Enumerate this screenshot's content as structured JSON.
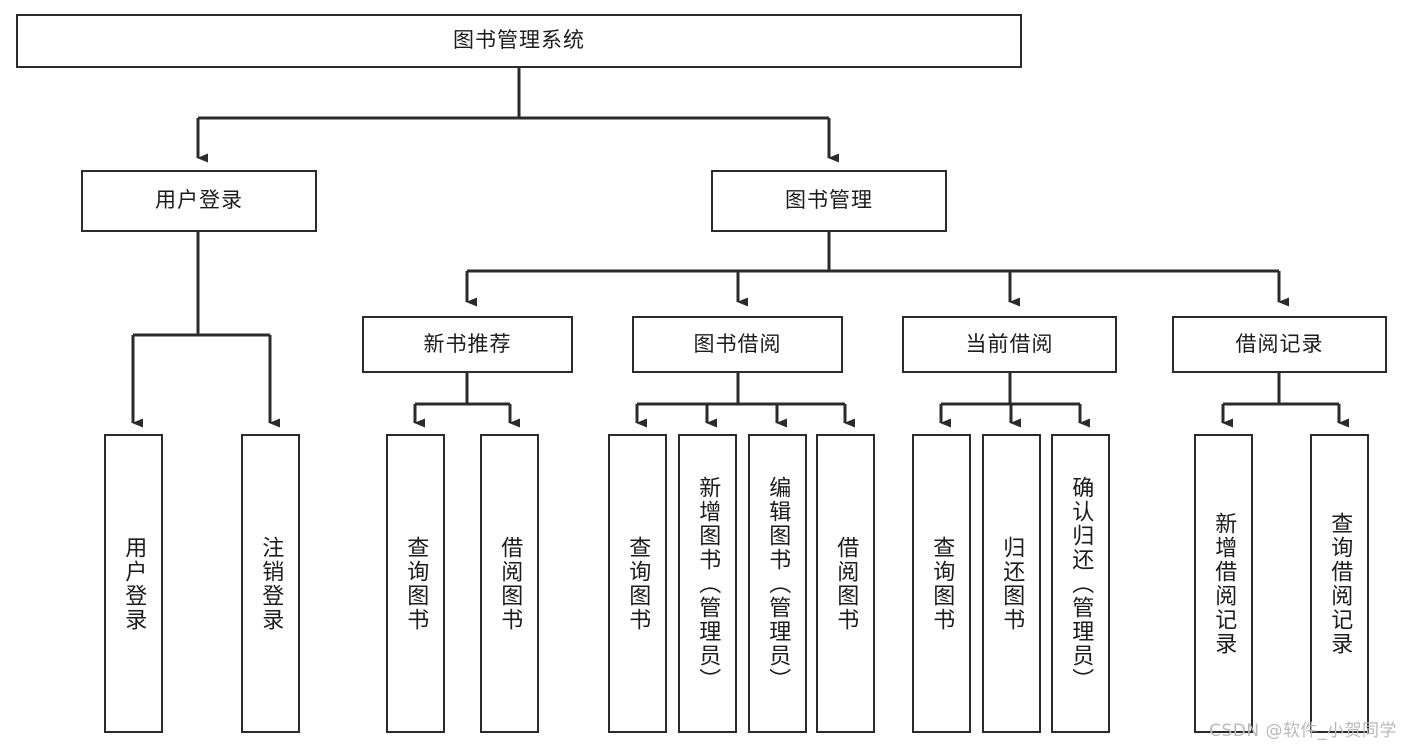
{
  "diagram": {
    "type": "tree-hierarchy",
    "title": "图书管理系统",
    "watermark": "CSDN @软件_小贺同学",
    "levels": {
      "root": {
        "label": "图书管理系统"
      },
      "level2": [
        {
          "id": "user-login",
          "label": "用户登录"
        },
        {
          "id": "book-management",
          "label": "图书管理"
        }
      ],
      "level3": [
        {
          "id": "new-book-recommend",
          "label": "新书推荐"
        },
        {
          "id": "book-borrow",
          "label": "图书借阅"
        },
        {
          "id": "current-borrow",
          "label": "当前借阅"
        },
        {
          "id": "borrow-record",
          "label": "借阅记录"
        }
      ],
      "leaves": [
        {
          "id": "leaf-user-login",
          "label": "用户登录",
          "parent": "user-login"
        },
        {
          "id": "leaf-logout-login",
          "label": "注销登录",
          "parent": "user-login"
        },
        {
          "id": "leaf-query-book-1",
          "label": "查询图书",
          "parent": "new-book-recommend"
        },
        {
          "id": "leaf-borrow-book-1",
          "label": "借阅图书",
          "parent": "new-book-recommend"
        },
        {
          "id": "leaf-query-book-2",
          "label": "查询图书",
          "parent": "book-borrow"
        },
        {
          "id": "leaf-add-book",
          "label": "新增图书（管理员）",
          "parent": "book-borrow"
        },
        {
          "id": "leaf-edit-book",
          "label": "编辑图书（管理员）",
          "parent": "book-borrow"
        },
        {
          "id": "leaf-borrow-book-2",
          "label": "借阅图书",
          "parent": "book-borrow"
        },
        {
          "id": "leaf-query-book-3",
          "label": "查询图书",
          "parent": "current-borrow"
        },
        {
          "id": "leaf-return-book",
          "label": "归还图书",
          "parent": "current-borrow"
        },
        {
          "id": "leaf-confirm-return",
          "label": "确认归还（管理员）",
          "parent": "current-borrow"
        },
        {
          "id": "leaf-add-record",
          "label": "新增借阅记录",
          "parent": "borrow-record"
        },
        {
          "id": "leaf-query-record",
          "label": "查询借阅记录",
          "parent": "borrow-record"
        }
      ]
    },
    "colors": {
      "box_border": "#2b2b2b",
      "box_fill": "#ffffff",
      "connector": "#2b2b2b",
      "text": "#1c1c1c",
      "watermark": "#b9b9b9"
    }
  }
}
